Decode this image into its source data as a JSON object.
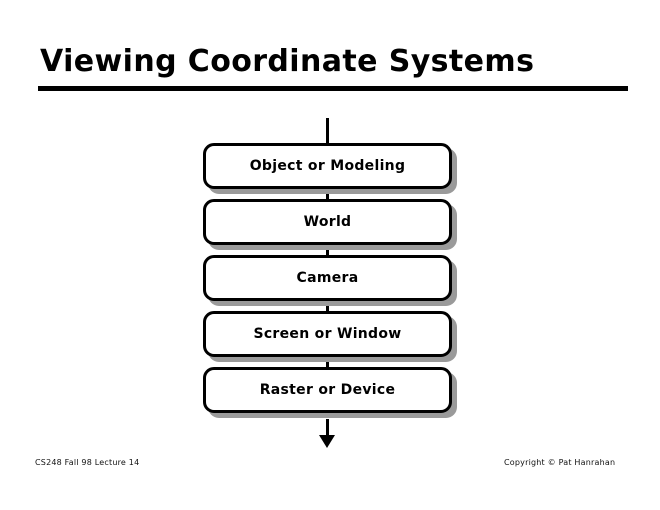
{
  "slide": {
    "title": "Viewing Coordinate Systems",
    "accent_color": "#000000",
    "background_color": "#ffffff",
    "shadow_color": "#9a9a9a"
  },
  "diagram": {
    "type": "vertical-flow",
    "boxes": [
      {
        "label": "Object or Modeling"
      },
      {
        "label": "World"
      },
      {
        "label": "Camera"
      },
      {
        "label": "Screen or Window"
      },
      {
        "label": "Raster or Device"
      }
    ]
  },
  "footer": {
    "left": "CS248 Fall 98 Lecture 14",
    "right": "Copyright © Pat Hanrahan"
  }
}
